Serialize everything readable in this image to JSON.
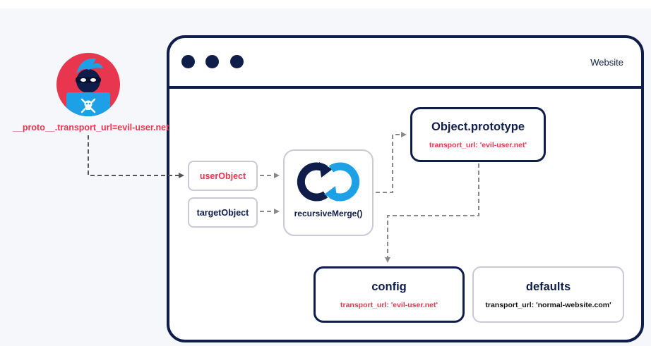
{
  "browser": {
    "title": "Website"
  },
  "attacker": {
    "icon": "hacker-icon",
    "payload": "__proto__.transport_url=evil-user.net"
  },
  "inputs": {
    "user_object": "userObject",
    "target_object": "targetObject"
  },
  "merge": {
    "label": "recursiveMerge()",
    "icon": "merge-cycle-icon"
  },
  "prototype": {
    "title": "Object.prototype",
    "property": "transport_url: 'evil-user.net'"
  },
  "config": {
    "title": "config",
    "property": "transport_url: 'evil-user.net'"
  },
  "defaults": {
    "title": "defaults",
    "property": "transport_url: 'normal-website.com'"
  },
  "colors": {
    "navy": "#0f1d4a",
    "accent_red": "#e8364f",
    "accent_blue": "#1ea0e6",
    "arrow_gray": "#8a8a8a",
    "box_border_gray": "#c9cad6"
  }
}
